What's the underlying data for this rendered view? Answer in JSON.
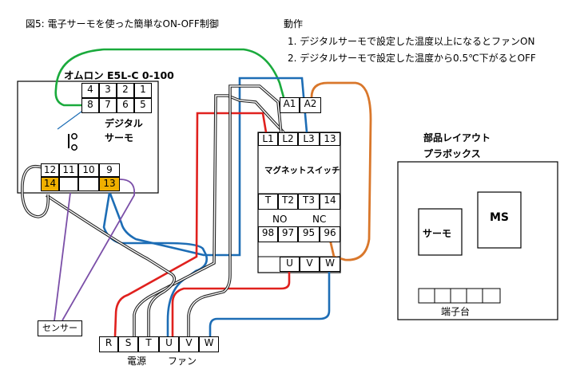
{
  "title": "図5: 電子サーモを使った簡単なON-OFF制御",
  "operation": {
    "heading": "動作",
    "steps": [
      "1. デジタルサーモで設定した温度以上になるとファンON",
      "2. デジタルサーモで設定した温度から0.5℃下がるとOFF"
    ]
  },
  "thermostat": {
    "model": "オムロン E5L-C 0-100",
    "label_line1": "デジタル",
    "label_line2": "サーモ",
    "top_terminals_row1": [
      "4",
      "3",
      "2",
      "1"
    ],
    "top_terminals_row2": [
      "8",
      "7",
      "6",
      "5"
    ],
    "bottom_terminals_row1": [
      "12",
      "11",
      "10",
      "9"
    ],
    "bottom_terminals_row2": [
      "14",
      "",
      "",
      "13"
    ]
  },
  "contactor": {
    "label": "マグネットスイッチ",
    "coil_terminals": [
      "A1",
      "A2"
    ],
    "line_terminals": [
      "L1",
      "L2",
      "L3",
      "13"
    ],
    "load_terminals": [
      "T",
      "T2",
      "T3",
      "14"
    ],
    "no_label": "NO",
    "nc_label": "NC",
    "aux_terminals": [
      "98",
      "97",
      "95",
      "96"
    ],
    "output_terminals": [
      "U",
      "V",
      "W"
    ]
  },
  "layout_box": {
    "title": "部品レイアウト",
    "subtitle": "プラボックス",
    "thermo_label": "サーモ",
    "ms_label": "MS",
    "terminal_block_label": "端子台"
  },
  "sensor_label": "センサー",
  "terminal_block": {
    "terminals": [
      "R",
      "S",
      "T",
      "U",
      "V",
      "W"
    ],
    "power_label": "電源",
    "fan_label": "ファン"
  },
  "wire_colors": {
    "green": "#1aaa3c",
    "blue": "#1d6db5",
    "red": "#e0211e",
    "orange": "#d9772b",
    "purple": "#7b4fa8",
    "black": "#222222",
    "highlight": "#f0b000"
  }
}
